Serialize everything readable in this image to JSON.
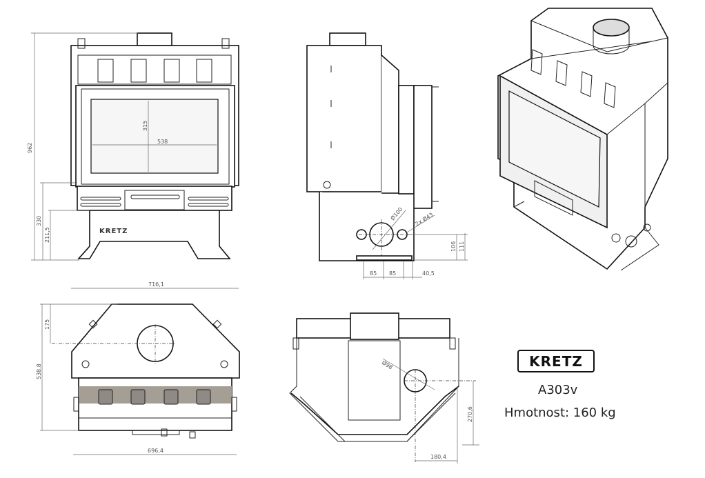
{
  "brand": "KRETZ",
  "model": "A303v",
  "weight_label": "Hmotnost: 160 kg",
  "front_view": {
    "height_total": "962",
    "glass_height": "315",
    "glass_width": "538",
    "base_h1": "330",
    "base_h2": "211,5",
    "plate_logo": "KRETZ"
  },
  "side_view": {
    "outlet_diameter": "Ø100",
    "hole_diameter": "2x Ø43",
    "h_106": "106",
    "h_111": "111",
    "w_85a": "85",
    "w_85b": "85",
    "w_40_5": "40,5"
  },
  "top_view": {
    "width_top": "716,1",
    "depth_175": "175",
    "depth_total": "538,8",
    "width_bottom": "696,4"
  },
  "bottom_view": {
    "hole_diameter": "Ø98",
    "offset_y": "270,6",
    "offset_x": "180,4"
  }
}
